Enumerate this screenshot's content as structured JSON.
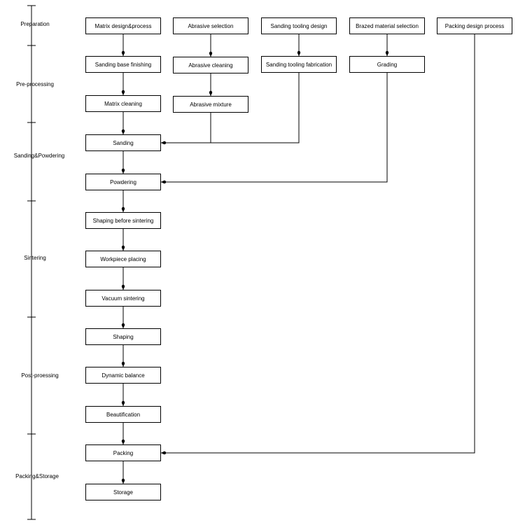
{
  "stages": [
    {
      "id": "s1",
      "label": "Preparation"
    },
    {
      "id": "s2",
      "label": "Pre-processing"
    },
    {
      "id": "s3",
      "label": "Sanding&Powdering"
    },
    {
      "id": "s4",
      "label": "Sintering"
    },
    {
      "id": "s5",
      "label": "Post-proessing"
    },
    {
      "id": "s6",
      "label": "Packing&Storage"
    }
  ],
  "nodes": [
    {
      "id": "matrix-design",
      "label": "Matrix design&process"
    },
    {
      "id": "sanding-base",
      "label": "Sanding base finishing"
    },
    {
      "id": "matrix-cleaning",
      "label": "Matrix cleaning"
    },
    {
      "id": "sanding",
      "label": "Sanding"
    },
    {
      "id": "powdering",
      "label": "Powdering"
    },
    {
      "id": "shaping-before",
      "label": "Shaping before sintering"
    },
    {
      "id": "workpiece-placing",
      "label": "Workpiece placing"
    },
    {
      "id": "vacuum-sintering",
      "label": "Vacuum sintering"
    },
    {
      "id": "shaping",
      "label": "Shaping"
    },
    {
      "id": "dynamic-balance",
      "label": "Dynamic balance"
    },
    {
      "id": "beautification",
      "label": "Beautification"
    },
    {
      "id": "packing",
      "label": "Packing"
    },
    {
      "id": "storage",
      "label": "Storage"
    },
    {
      "id": "abrasive-selection",
      "label": "Abrasive selection"
    },
    {
      "id": "abrasive-cleaning",
      "label": "Abrasive cleaning"
    },
    {
      "id": "abrasive-mixture",
      "label": "Abrasive mixture"
    },
    {
      "id": "tooling-design",
      "label": "Sanding tooling design"
    },
    {
      "id": "tooling-fabrication",
      "label": "Sanding tooling fabrication"
    },
    {
      "id": "brazed-selection",
      "label": "Brazed material selection"
    },
    {
      "id": "grading",
      "label": "Grading"
    },
    {
      "id": "packing-design",
      "label": "Packing design process"
    }
  ],
  "edges": [
    {
      "from": "matrix-design",
      "to": "sanding-base"
    },
    {
      "from": "sanding-base",
      "to": "matrix-cleaning"
    },
    {
      "from": "matrix-cleaning",
      "to": "sanding"
    },
    {
      "from": "sanding",
      "to": "powdering"
    },
    {
      "from": "powdering",
      "to": "shaping-before"
    },
    {
      "from": "shaping-before",
      "to": "workpiece-placing"
    },
    {
      "from": "workpiece-placing",
      "to": "vacuum-sintering"
    },
    {
      "from": "vacuum-sintering",
      "to": "shaping"
    },
    {
      "from": "shaping",
      "to": "dynamic-balance"
    },
    {
      "from": "dynamic-balance",
      "to": "beautification"
    },
    {
      "from": "beautification",
      "to": "packing"
    },
    {
      "from": "packing",
      "to": "storage"
    },
    {
      "from": "abrasive-selection",
      "to": "abrasive-cleaning"
    },
    {
      "from": "abrasive-cleaning",
      "to": "abrasive-mixture"
    },
    {
      "from": "abrasive-mixture",
      "to": "sanding"
    },
    {
      "from": "tooling-design",
      "to": "tooling-fabrication"
    },
    {
      "from": "tooling-fabrication",
      "to": "sanding"
    },
    {
      "from": "brazed-selection",
      "to": "grading"
    },
    {
      "from": "grading",
      "to": "powdering"
    },
    {
      "from": "packing-design",
      "to": "packing"
    }
  ]
}
